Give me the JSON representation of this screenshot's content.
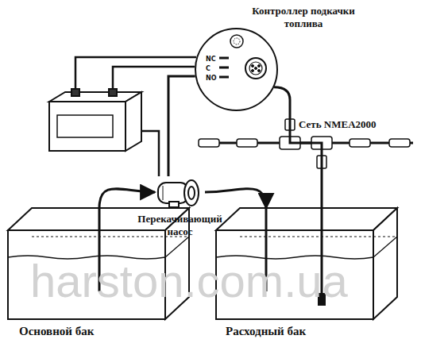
{
  "diagram": {
    "nodes": [
      {
        "text": [
          "Контроллер подкачки топлива",
          "NC",
          "C",
          "NO"
        ]
      },
      {
        "text": [
          "Перекачивающий насос"
        ]
      },
      {
        "text": [
          "Основной бак"
        ]
      },
      {
        "text": [
          "Расходный бак"
        ]
      }
    ],
    "edges": [
      {
        "from": 2,
        "to": 1,
        "arrow": "to"
      },
      {
        "from": 1,
        "to": 3,
        "arrow": "to"
      },
      {
        "from": 0,
        "to": 1,
        "arrow": "none"
      },
      {
        "from": 3,
        "to": 0,
        "arrow": "none"
      }
    ],
    "labels": [
      "Сеть NMEA2000",
      "harston.com.ua"
    ]
  }
}
